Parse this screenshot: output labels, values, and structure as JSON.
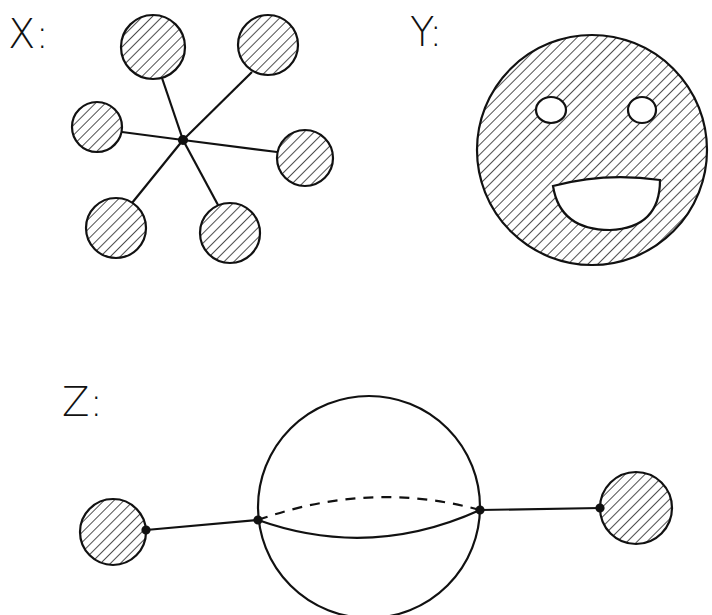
{
  "diagram": {
    "labels": [
      "X:",
      "Y:",
      "Z:"
    ]
  }
}
